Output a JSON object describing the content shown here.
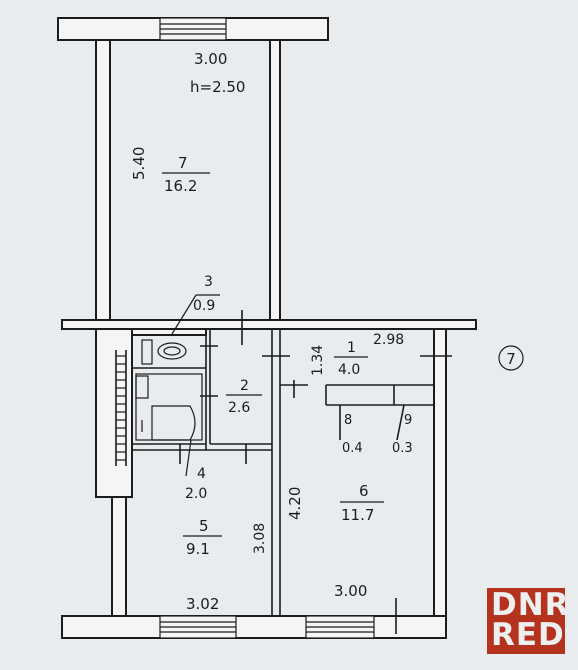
{
  "rooms": [
    {
      "id": "7",
      "area": "16.2"
    },
    {
      "id": "3",
      "area": "0.9"
    },
    {
      "id": "2",
      "area": "2.6"
    },
    {
      "id": "1",
      "area": "4.0"
    },
    {
      "id": "8",
      "area": "0.4"
    },
    {
      "id": "9",
      "area": "0.3"
    },
    {
      "id": "4",
      "area": "2.0"
    },
    {
      "id": "5",
      "area": "9.1"
    },
    {
      "id": "6",
      "area": "11.7"
    }
  ],
  "dimensions": {
    "top_width": "3.00",
    "height": "h=2.50",
    "room7_length": "5.40",
    "hall_width": "2.98",
    "hall_length": "1.34",
    "room6_length": "4.20",
    "room5_length": "3.08",
    "bottom_left_width": "3.02",
    "bottom_right_width": "3.00"
  },
  "section_marker": "7",
  "watermark": {
    "line1": "DNR",
    "line2": "RED"
  },
  "colors": {
    "paper": "#e9ecef",
    "ink": "#1c1c1c",
    "watermark": "#b5321f"
  }
}
